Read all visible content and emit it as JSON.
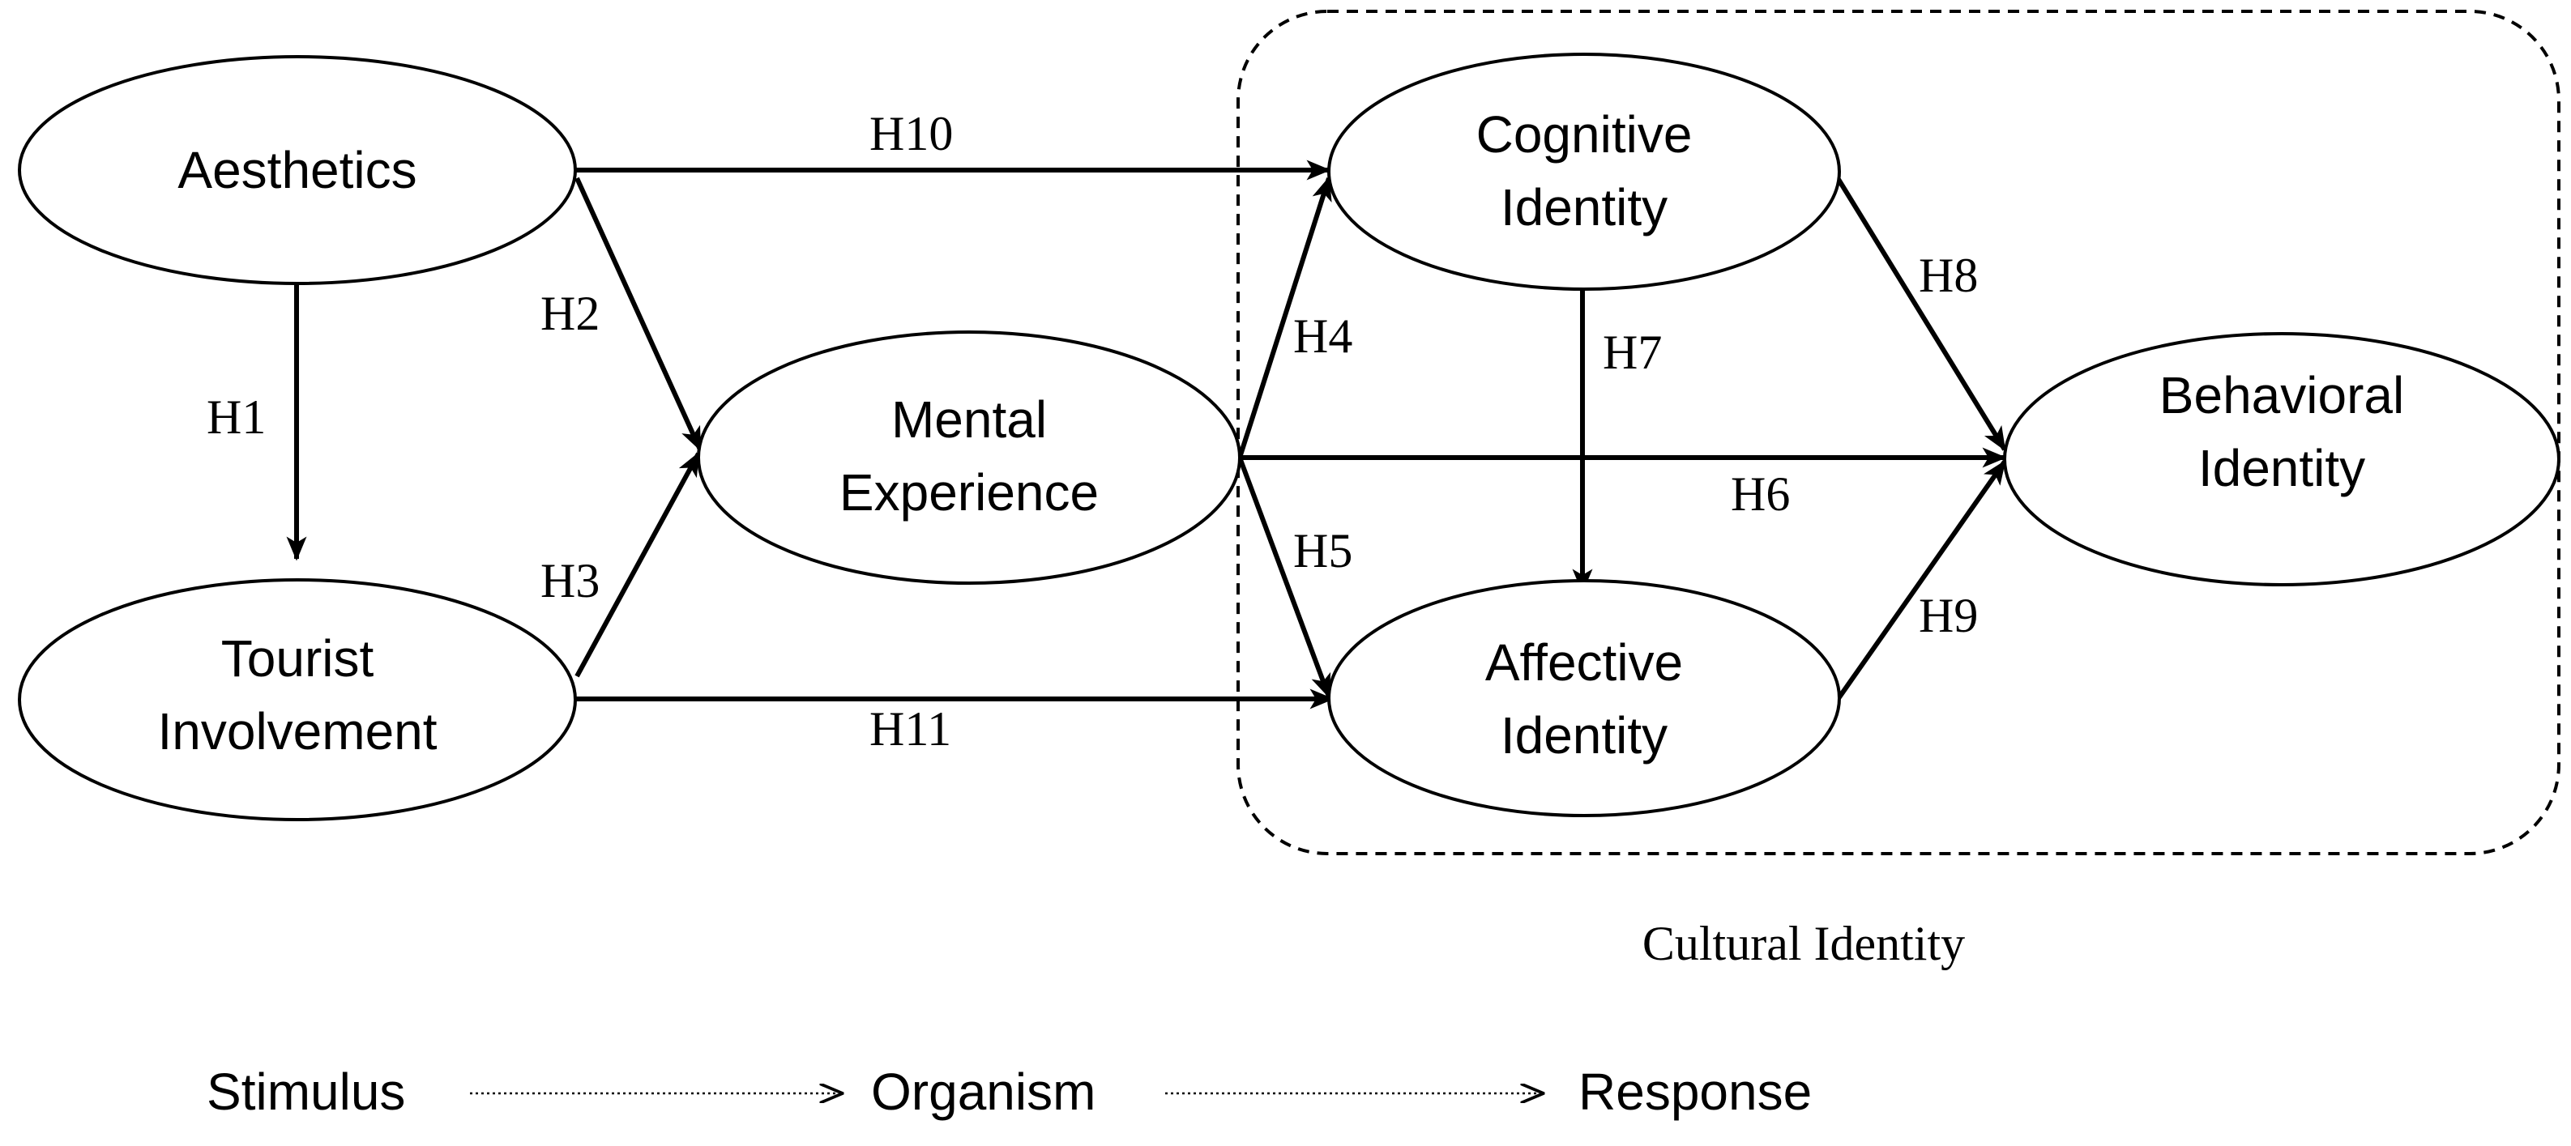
{
  "nodes": {
    "aesthetics": [
      "Aesthetics"
    ],
    "tourist_involvement": [
      "Tourist",
      "Involvement"
    ],
    "mental_experience": [
      "Mental",
      "Experience"
    ],
    "cognitive_identity": [
      "Cognitive",
      "Identity"
    ],
    "affective_identity": [
      "Affective",
      "Identity"
    ],
    "behavioral_identity": [
      "Behavioral",
      "Identity"
    ]
  },
  "hypotheses": {
    "h1": "H1",
    "h2": "H2",
    "h3": "H3",
    "h4": "H4",
    "h5": "H5",
    "h6": "H6",
    "h7": "H7",
    "h8": "H8",
    "h9": "H9",
    "h10": "H10",
    "h11": "H11"
  },
  "group": {
    "label": "Cultural Identity"
  },
  "flow": {
    "stimulus": "Stimulus",
    "organism": "Organism",
    "response": "Response"
  }
}
